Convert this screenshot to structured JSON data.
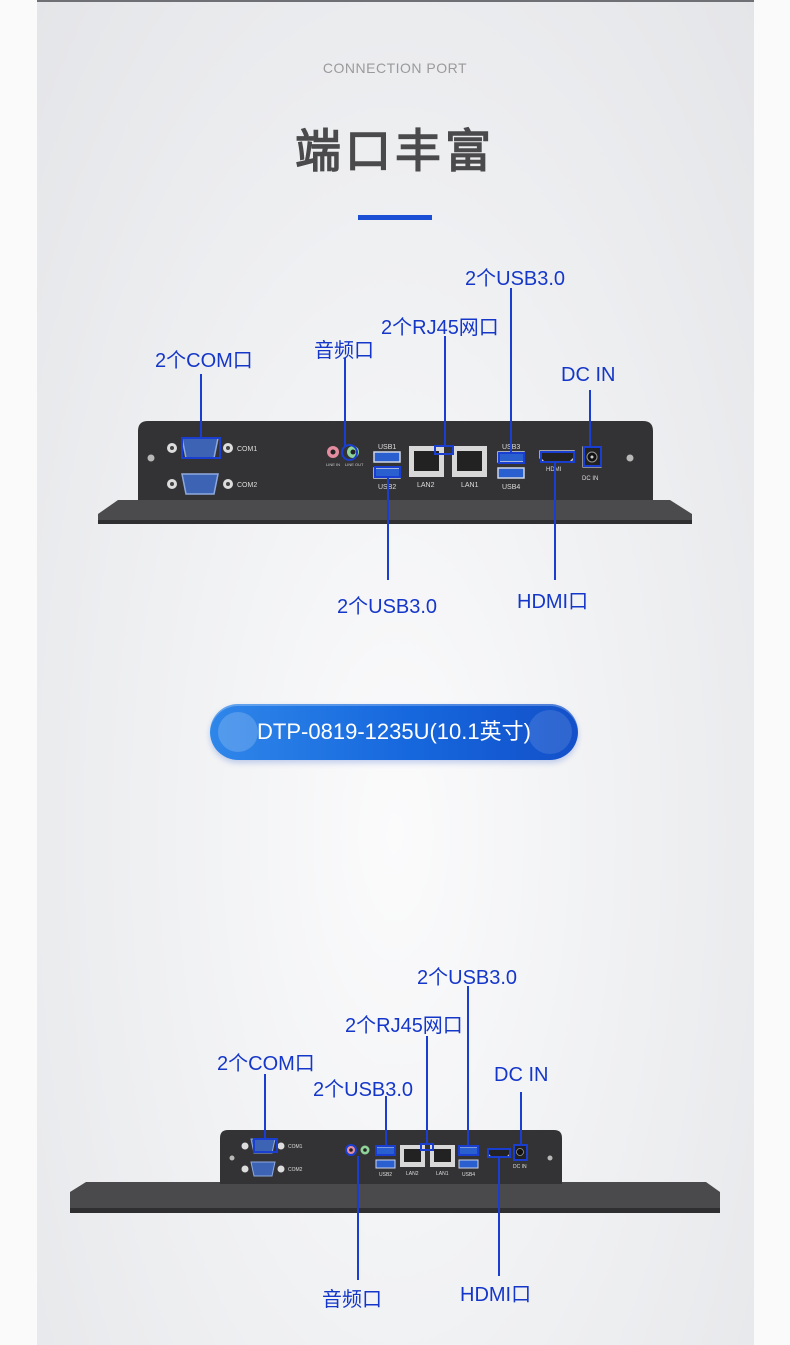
{
  "header": {
    "kicker": "CONNECTION PORT",
    "title": "端口丰富"
  },
  "device1": {
    "labels": {
      "com": "2个COM口",
      "audio": "音频口",
      "rj45": "2个RJ45网口",
      "usb_top": "2个USB3.0",
      "dcin": "DC IN",
      "usb_bottom": "2个USB3.0",
      "hdmi": "HDMI口"
    },
    "silkscreen": {
      "com1": "COM1",
      "com2": "COM2",
      "line_in": "LINE IN",
      "line_out": "LINE OUT",
      "usb1": "USB1",
      "usb2": "USB2",
      "usb3": "USB3",
      "usb4": "USB4",
      "lan2": "LAN2",
      "lan1": "LAN1",
      "hdmi": "HDMI",
      "dc_in": "DC IN"
    }
  },
  "model_pill": "DTP-0819-1235U(10.1英寸)",
  "device2": {
    "labels": {
      "usb_top": "2个USB3.0",
      "rj45": "2个RJ45网口",
      "com": "2个COM口",
      "usb_left": "2个USB3.0",
      "dcin": "DC IN",
      "audio": "音频口",
      "hdmi": "HDMI口"
    },
    "silkscreen": {
      "com1": "COM1",
      "com2": "COM2",
      "usb2": "USB2",
      "lan2": "LAN2",
      "lan1": "LAN1",
      "usb4": "USB4",
      "dc_in": "DC IN"
    }
  },
  "colors": {
    "accent_blue": "#1a3fd0",
    "title_gray": "#4a4a4c",
    "device_dark": "#3a3a3c"
  }
}
